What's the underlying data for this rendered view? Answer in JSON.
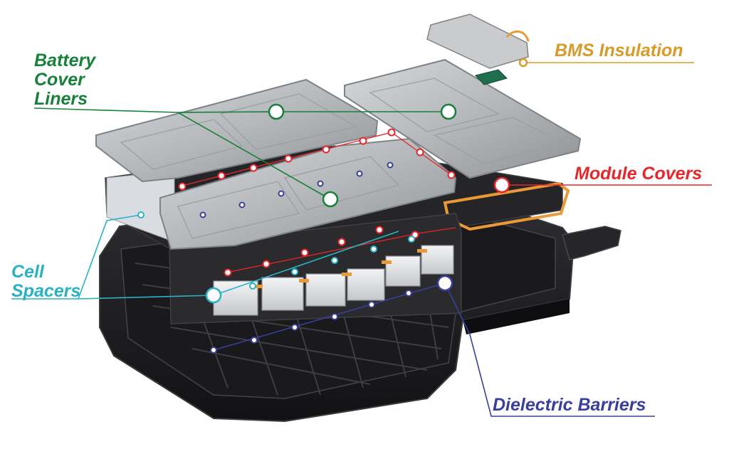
{
  "labels": {
    "battery_cover_liners": {
      "lines": [
        "Battery",
        "Cover",
        "Liners"
      ],
      "color": "#17803a"
    },
    "bms_insulation": {
      "text": "BMS Insulation",
      "color": "#d89a28"
    },
    "module_covers": {
      "text": "Module Covers",
      "color": "#e8262a"
    },
    "cell_spacers": {
      "lines": [
        "Cell",
        "Spacers"
      ],
      "color": "#2ab2c4"
    },
    "dielectric_barriers": {
      "text": "Dielectric Barriers",
      "color": "#3a3f9a"
    }
  },
  "colors": {
    "tray": "#1c1c1e",
    "tray_edge": "#3a3a3d",
    "cover_plate": "#b9bcbf",
    "cover_plate_edge": "#8c8f93",
    "module_body": "#2a2a2c",
    "cell": "#e9ebee",
    "bms_box": "#c9cbcd",
    "bms_board": "#1f6e4e",
    "orange_gasket": "#e99a36"
  }
}
